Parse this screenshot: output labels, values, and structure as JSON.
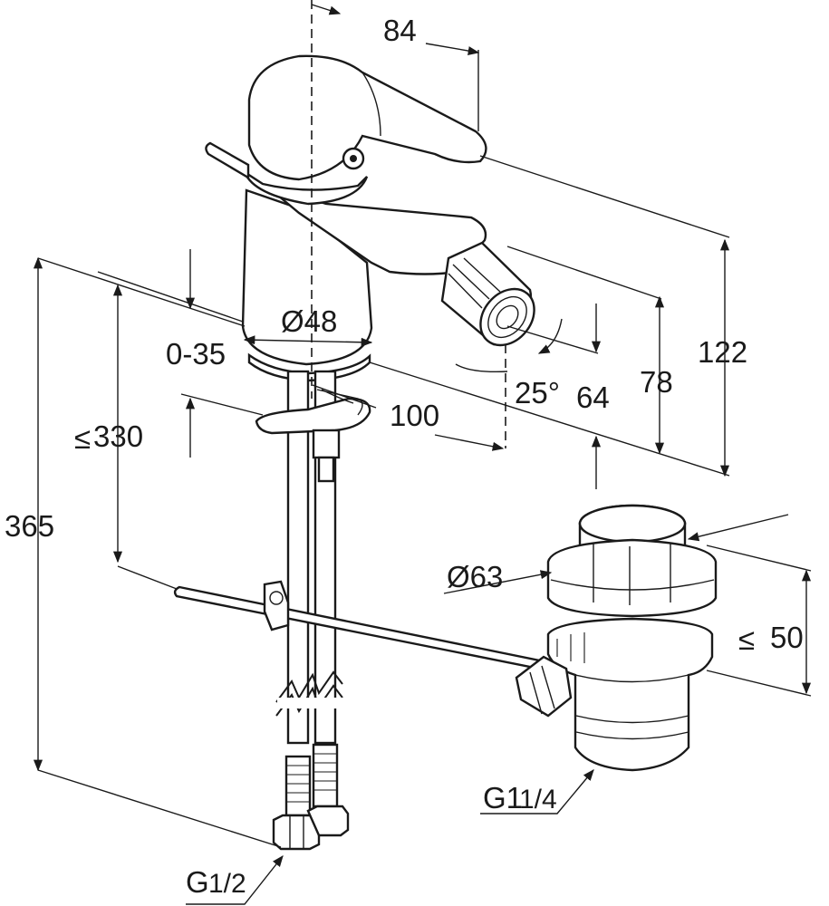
{
  "dimensions": {
    "width_top": "84",
    "height_total_spout": "122",
    "height_spout_outlet": "78",
    "height_outlet_to_pop": "64",
    "spout_angle": "25°",
    "body_diameter": "Ø48",
    "reach": "100",
    "deck_thickness": "0-35",
    "max_install_height": "330",
    "max_install_height_prefix": "≤",
    "overall_height": "365",
    "waste_diameter": "Ø63",
    "waste_height": "50",
    "waste_height_prefix": "≤"
  },
  "threads": {
    "supply_main": "G",
    "supply_fraction": "1/2",
    "waste_main": "G1",
    "waste_fraction": "1/4"
  }
}
